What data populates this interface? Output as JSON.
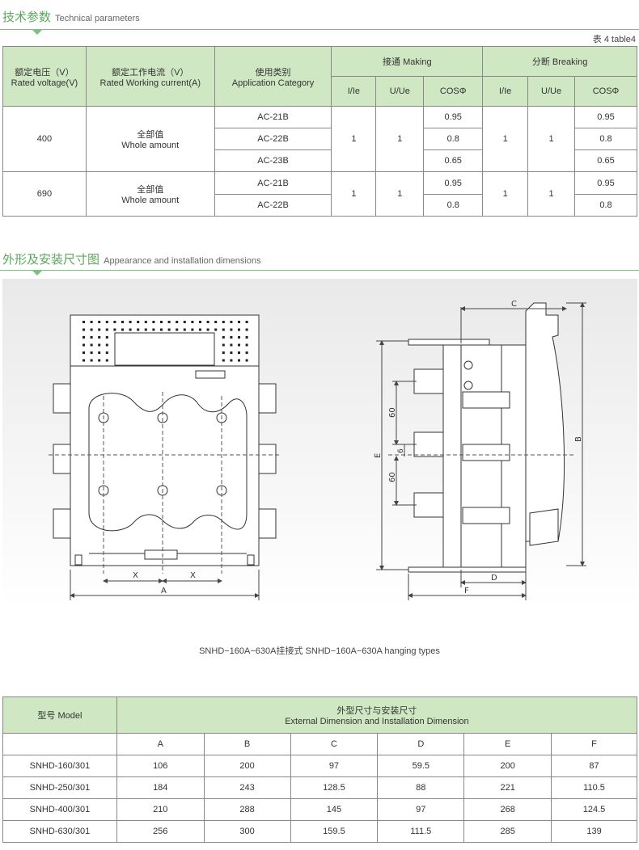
{
  "section1": {
    "title_cn": "技术参数",
    "title_en": "Technical parameters",
    "table_no": "表 4  table4"
  },
  "table1": {
    "h_voltage_cn": "额定电压（V）",
    "h_voltage_en": "Rated voltage(V)",
    "h_current_cn": "额定工作电流（V）",
    "h_current_en": "Rated Working current(A)",
    "h_cat_cn": "使用类别",
    "h_cat_en": "Application Category",
    "h_making": "接通 Making",
    "h_breaking": "分断 Breaking",
    "sub": [
      "I/Ie",
      "U/Ue",
      "COSΦ",
      "I/Ie",
      "U/Ue",
      "COSΦ"
    ],
    "g1": {
      "voltage": "400",
      "current_cn": "全部值",
      "current_en": "Whole amount",
      "rows": [
        {
          "cat": "AC-21B",
          "mc": "0.95",
          "bc": "0.95"
        },
        {
          "cat": "AC-22B",
          "mc": "0.8",
          "bc": "0.8"
        },
        {
          "cat": "AC-23B",
          "mc": "0.65",
          "bc": "0.65"
        }
      ],
      "mi": "1",
      "mu": "1",
      "bi": "1",
      "bu": "1"
    },
    "g2": {
      "voltage": "690",
      "current_cn": "全部值",
      "current_en": "Whole amount",
      "rows": [
        {
          "cat": "AC-21B",
          "mc": "0.95",
          "bc": "0.95"
        },
        {
          "cat": "AC-22B",
          "mc": "0.8",
          "bc": "0.8"
        }
      ],
      "mi": "1",
      "mu": "1",
      "bi": "1",
      "bu": "1"
    }
  },
  "section2": {
    "title_cn": "外形及安装尺寸图",
    "title_en": "Appearance and installation dimensions"
  },
  "drawing": {
    "front": {
      "dim_a": "A",
      "dim_x1": "X",
      "dim_x2": "X"
    },
    "side": {
      "dim_c": "C",
      "dim_b": "B",
      "dim_e": "E",
      "dim_d": "D",
      "dim_f": "F",
      "dim_60a": "60",
      "dim_6": "6",
      "dim_60b": "60"
    }
  },
  "caption": "SNHD−160A−630A挂接式    SNHD−160A−630A hanging types",
  "table2": {
    "h_model": "型号 Model",
    "h_dim_cn": "外型尺寸与安装尺寸",
    "h_dim_en": "External Dimension and Installation Dimension",
    "cols": [
      "A",
      "B",
      "C",
      "D",
      "E",
      "F"
    ],
    "rows": [
      [
        "SNHD-160/301",
        "106",
        "200",
        "97",
        "59.5",
        "200",
        "87"
      ],
      [
        "SNHD-250/301",
        "184",
        "243",
        "128.5",
        "88",
        "221",
        "110.5"
      ],
      [
        "SNHD-400/301",
        "210",
        "288",
        "145",
        "97",
        "268",
        "124.5"
      ],
      [
        "SNHD-630/301",
        "256",
        "300",
        "159.5",
        "111.5",
        "285",
        "139"
      ]
    ]
  }
}
